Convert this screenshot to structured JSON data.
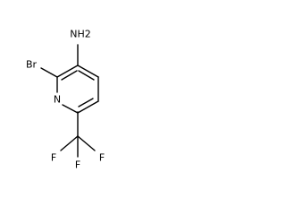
{
  "molecule": {
    "atoms": {
      "amine": "NH2",
      "bromine": "Br",
      "ring_nitrogen": "N",
      "fluorine_1": "F",
      "fluorine_2": "F",
      "fluorine_3": "F"
    }
  }
}
